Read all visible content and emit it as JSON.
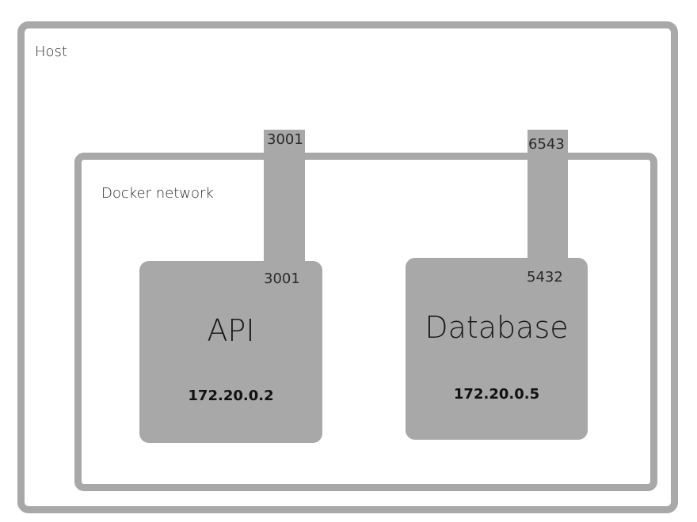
{
  "host": {
    "label": "Host"
  },
  "network": {
    "label": "Docker network"
  },
  "containers": [
    {
      "name": "API",
      "ip": "172.20.0.2",
      "container_port": "3001",
      "host_port": "3001"
    },
    {
      "name": "Database",
      "ip": "172.20.0.5",
      "container_port": "5432",
      "host_port": "6543"
    }
  ],
  "colors": {
    "box": "#a8a8a8",
    "background": "#ffffff",
    "text": "#222222"
  }
}
